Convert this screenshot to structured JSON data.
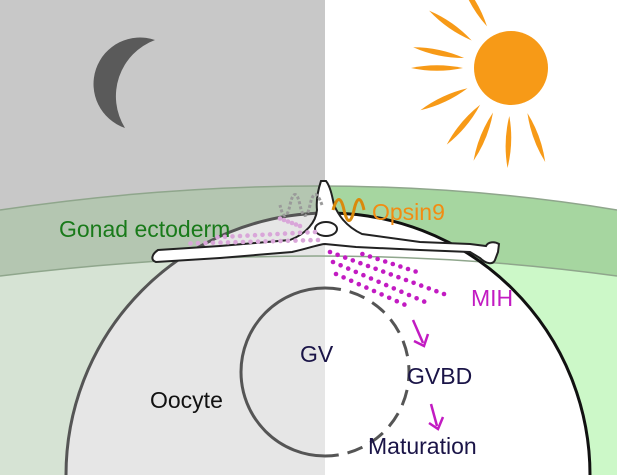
{
  "labels": {
    "gonad_ectoderm": "Gonad ectoderm",
    "opsin": "Opsin9",
    "mih": "MIH",
    "gv": "GV",
    "gvbd": "GVBD",
    "oocyte": "Oocyte",
    "maturation": "Maturation"
  },
  "icons": {
    "night": "moon-icon",
    "day": "sun-icon"
  },
  "colors": {
    "night_sky": "#c8c8c8",
    "day_sky": "#ffffff",
    "ectoderm_dark": "#b4c6b1",
    "ectoderm_light": "#a6d6a0",
    "tissue_dark": "#d6e3d4",
    "tissue_light": "#ccf8c8",
    "oocyte_dark": "#e6e6e6",
    "moon": "#5a5a5a",
    "sun": "#f79a17",
    "green_text": "#197a1a",
    "orange_text": "#f28c12",
    "magenta": "#c21bc2",
    "navy_text": "#1a1447"
  }
}
